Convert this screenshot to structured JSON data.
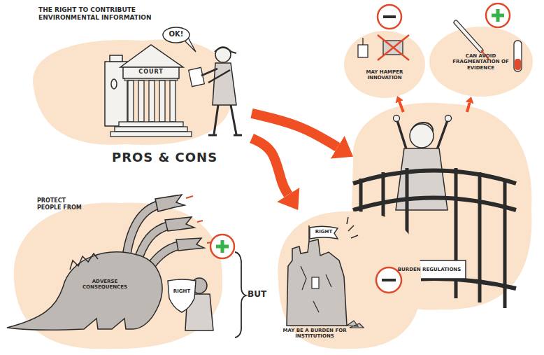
{
  "diagram": {
    "nodes": [
      {
        "text": [
          "THE RIGHT TO CONTRIBUTE ENVIRONMENTAL INFORMATION",
          "PROS & CONS"
        ]
      },
      {
        "text": [
          "OK!"
        ],
        "in": 0
      },
      {
        "text": [
          "COURT"
        ],
        "in": 0
      },
      {
        "text": [
          "MAY HAMPER INNOVATION"
        ]
      },
      {
        "text": [
          "CAN AVOID FRAGMENTATION OF EVIDENCE"
        ]
      },
      {
        "text": [
          "BURDEN REGULATIONS"
        ]
      },
      {
        "text": [
          "PROTECT PEOPLE FROM"
        ]
      },
      {
        "text": [
          "ADVERSE CONSEQUENCES"
        ],
        "in": 6
      },
      {
        "text": [
          "RIGHT"
        ],
        "in": 6
      },
      {
        "text": [
          "MAY BE A BURDEN FOR INSTITUTIONS"
        ]
      },
      {
        "text": [
          "RIGHT"
        ],
        "in": 9
      }
    ],
    "edges": [
      {
        "from": 0,
        "to": 5,
        "arrow": "to"
      },
      {
        "from": 0,
        "to": 9,
        "arrow": "to"
      },
      {
        "from": 5,
        "to": 3,
        "arrow": "to"
      },
      {
        "from": 5,
        "to": 4,
        "arrow": "to"
      }
    ],
    "labels": [
      "BUT"
    ]
  }
}
